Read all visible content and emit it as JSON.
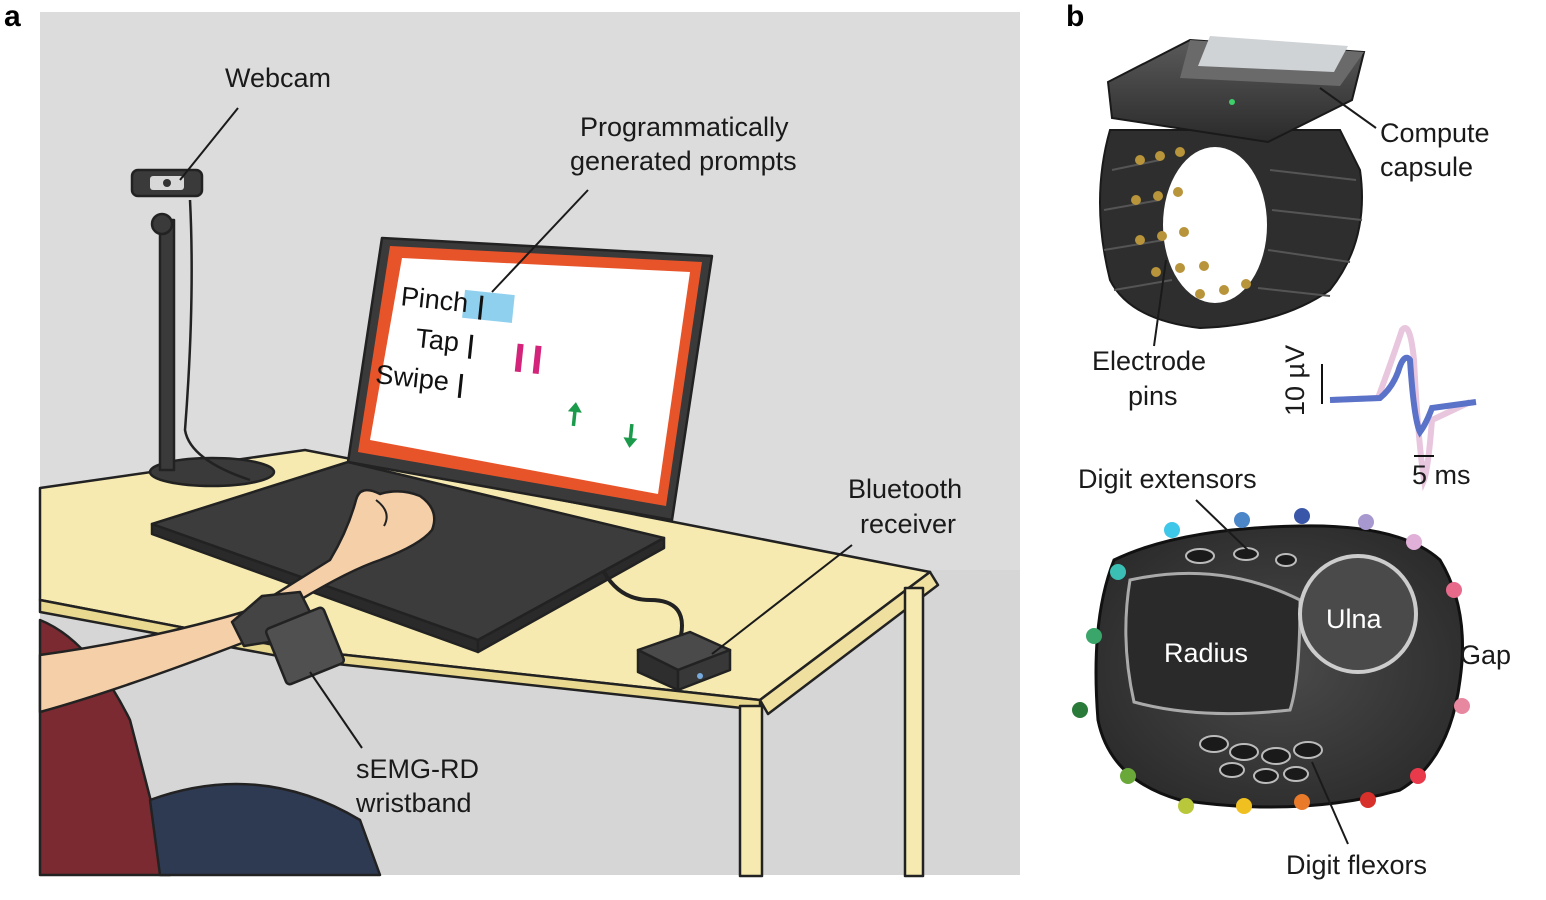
{
  "panel_a": {
    "letter": "a",
    "labels": {
      "webcam": "Webcam",
      "prompts_line1": "Programmatically",
      "prompts_line2": "generated prompts",
      "bluetooth_line1": "Bluetooth",
      "bluetooth_line2": "receiver",
      "wristband_line1": "sEMG-RD",
      "wristband_line2": "wristband"
    },
    "screen": {
      "gestures": [
        "Pinch",
        "Tap",
        "Swipe"
      ]
    }
  },
  "panel_b": {
    "letter": "b",
    "labels": {
      "compute_line1": "Compute",
      "compute_line2": "capsule",
      "electrode_line1": "Electrode",
      "electrode_line2": "pins",
      "scale_voltage": "10 µV",
      "scale_time": "5 ms",
      "digit_extensors": "Digit extensors",
      "digit_flexors": "Digit flexors",
      "radius": "Radius",
      "ulna": "Ulna",
      "gap": "Gap"
    },
    "electrode_colors": [
      "#2a7a3a",
      "#3aa66a",
      "#3bbfb5",
      "#3ec7e8",
      "#4a86c8",
      "#3a56a8",
      "#a898d0",
      "#e0b0d8",
      "#e86a8a",
      "#e888a0",
      "#e83a4a",
      "#d8302a",
      "#e87a2a",
      "#f0c020",
      "#b8c83a",
      "#6aa83a"
    ]
  },
  "colors": {
    "background_wall": "#dcdcdc",
    "table": "#f6eab0",
    "screen_frame": "#e8542a",
    "cue_blue": "#8fd0ee",
    "cue_magenta": "#d4237a",
    "cue_green": "#1a9a4a",
    "emg_trace": "#5a72c8",
    "emg_spread": "#d8a0c8"
  }
}
